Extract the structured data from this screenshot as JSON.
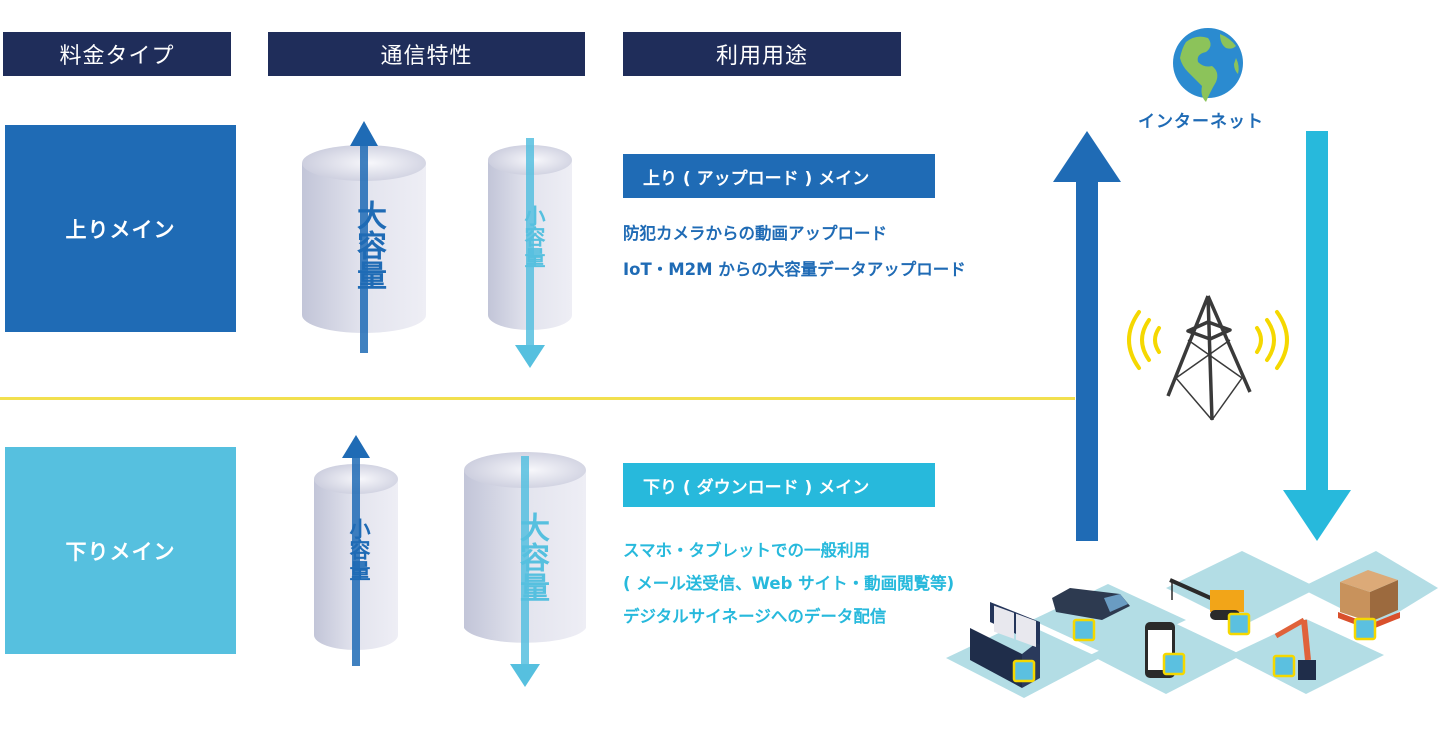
{
  "colors": {
    "header_bg": "#1f2d5a",
    "upload_blue": "#1f6bb5",
    "download_cyan": "#56c0df",
    "download_arrow": "#27b9dc",
    "separator_yellow": "#f2e04e",
    "signal_yellow": "#f5d800",
    "tile_bg": "#b3dde5"
  },
  "headers": {
    "plan_type": "料金タイプ",
    "characteristics": "通信特性",
    "usage": "利用用途"
  },
  "rows": [
    {
      "plan_label": "上りメイン",
      "cylinders": [
        {
          "label": "大容量",
          "direction": "up",
          "size": "large"
        },
        {
          "label": "小容量",
          "direction": "down",
          "size": "small"
        }
      ],
      "usage_tag": "上り ( アップロード ) メイン",
      "usage_lines": [
        "防犯カメラからの動画アップロード",
        "IoT・M2M からの大容量データアップロード"
      ]
    },
    {
      "plan_label": "下りメイン",
      "cylinders": [
        {
          "label": "小容量",
          "direction": "up",
          "size": "small"
        },
        {
          "label": "大容量",
          "direction": "down",
          "size": "large"
        }
      ],
      "usage_tag": "下り ( ダウンロード ) メイン",
      "usage_lines": [
        "スマホ・タブレットでの一般利用",
        "( メール送受信、Web サイト・動画閲覧等)",
        "デジタルサイネージへのデータ配信"
      ]
    }
  ],
  "network": {
    "internet_label": "インターネット",
    "icons": [
      "globe-icon",
      "cell-tower-icon",
      "upload-arrow-icon",
      "download-arrow-icon"
    ],
    "devices": [
      "signage-kiosk",
      "security-camera",
      "smartphone",
      "crane",
      "robot-arm",
      "cargo-pallet"
    ]
  }
}
